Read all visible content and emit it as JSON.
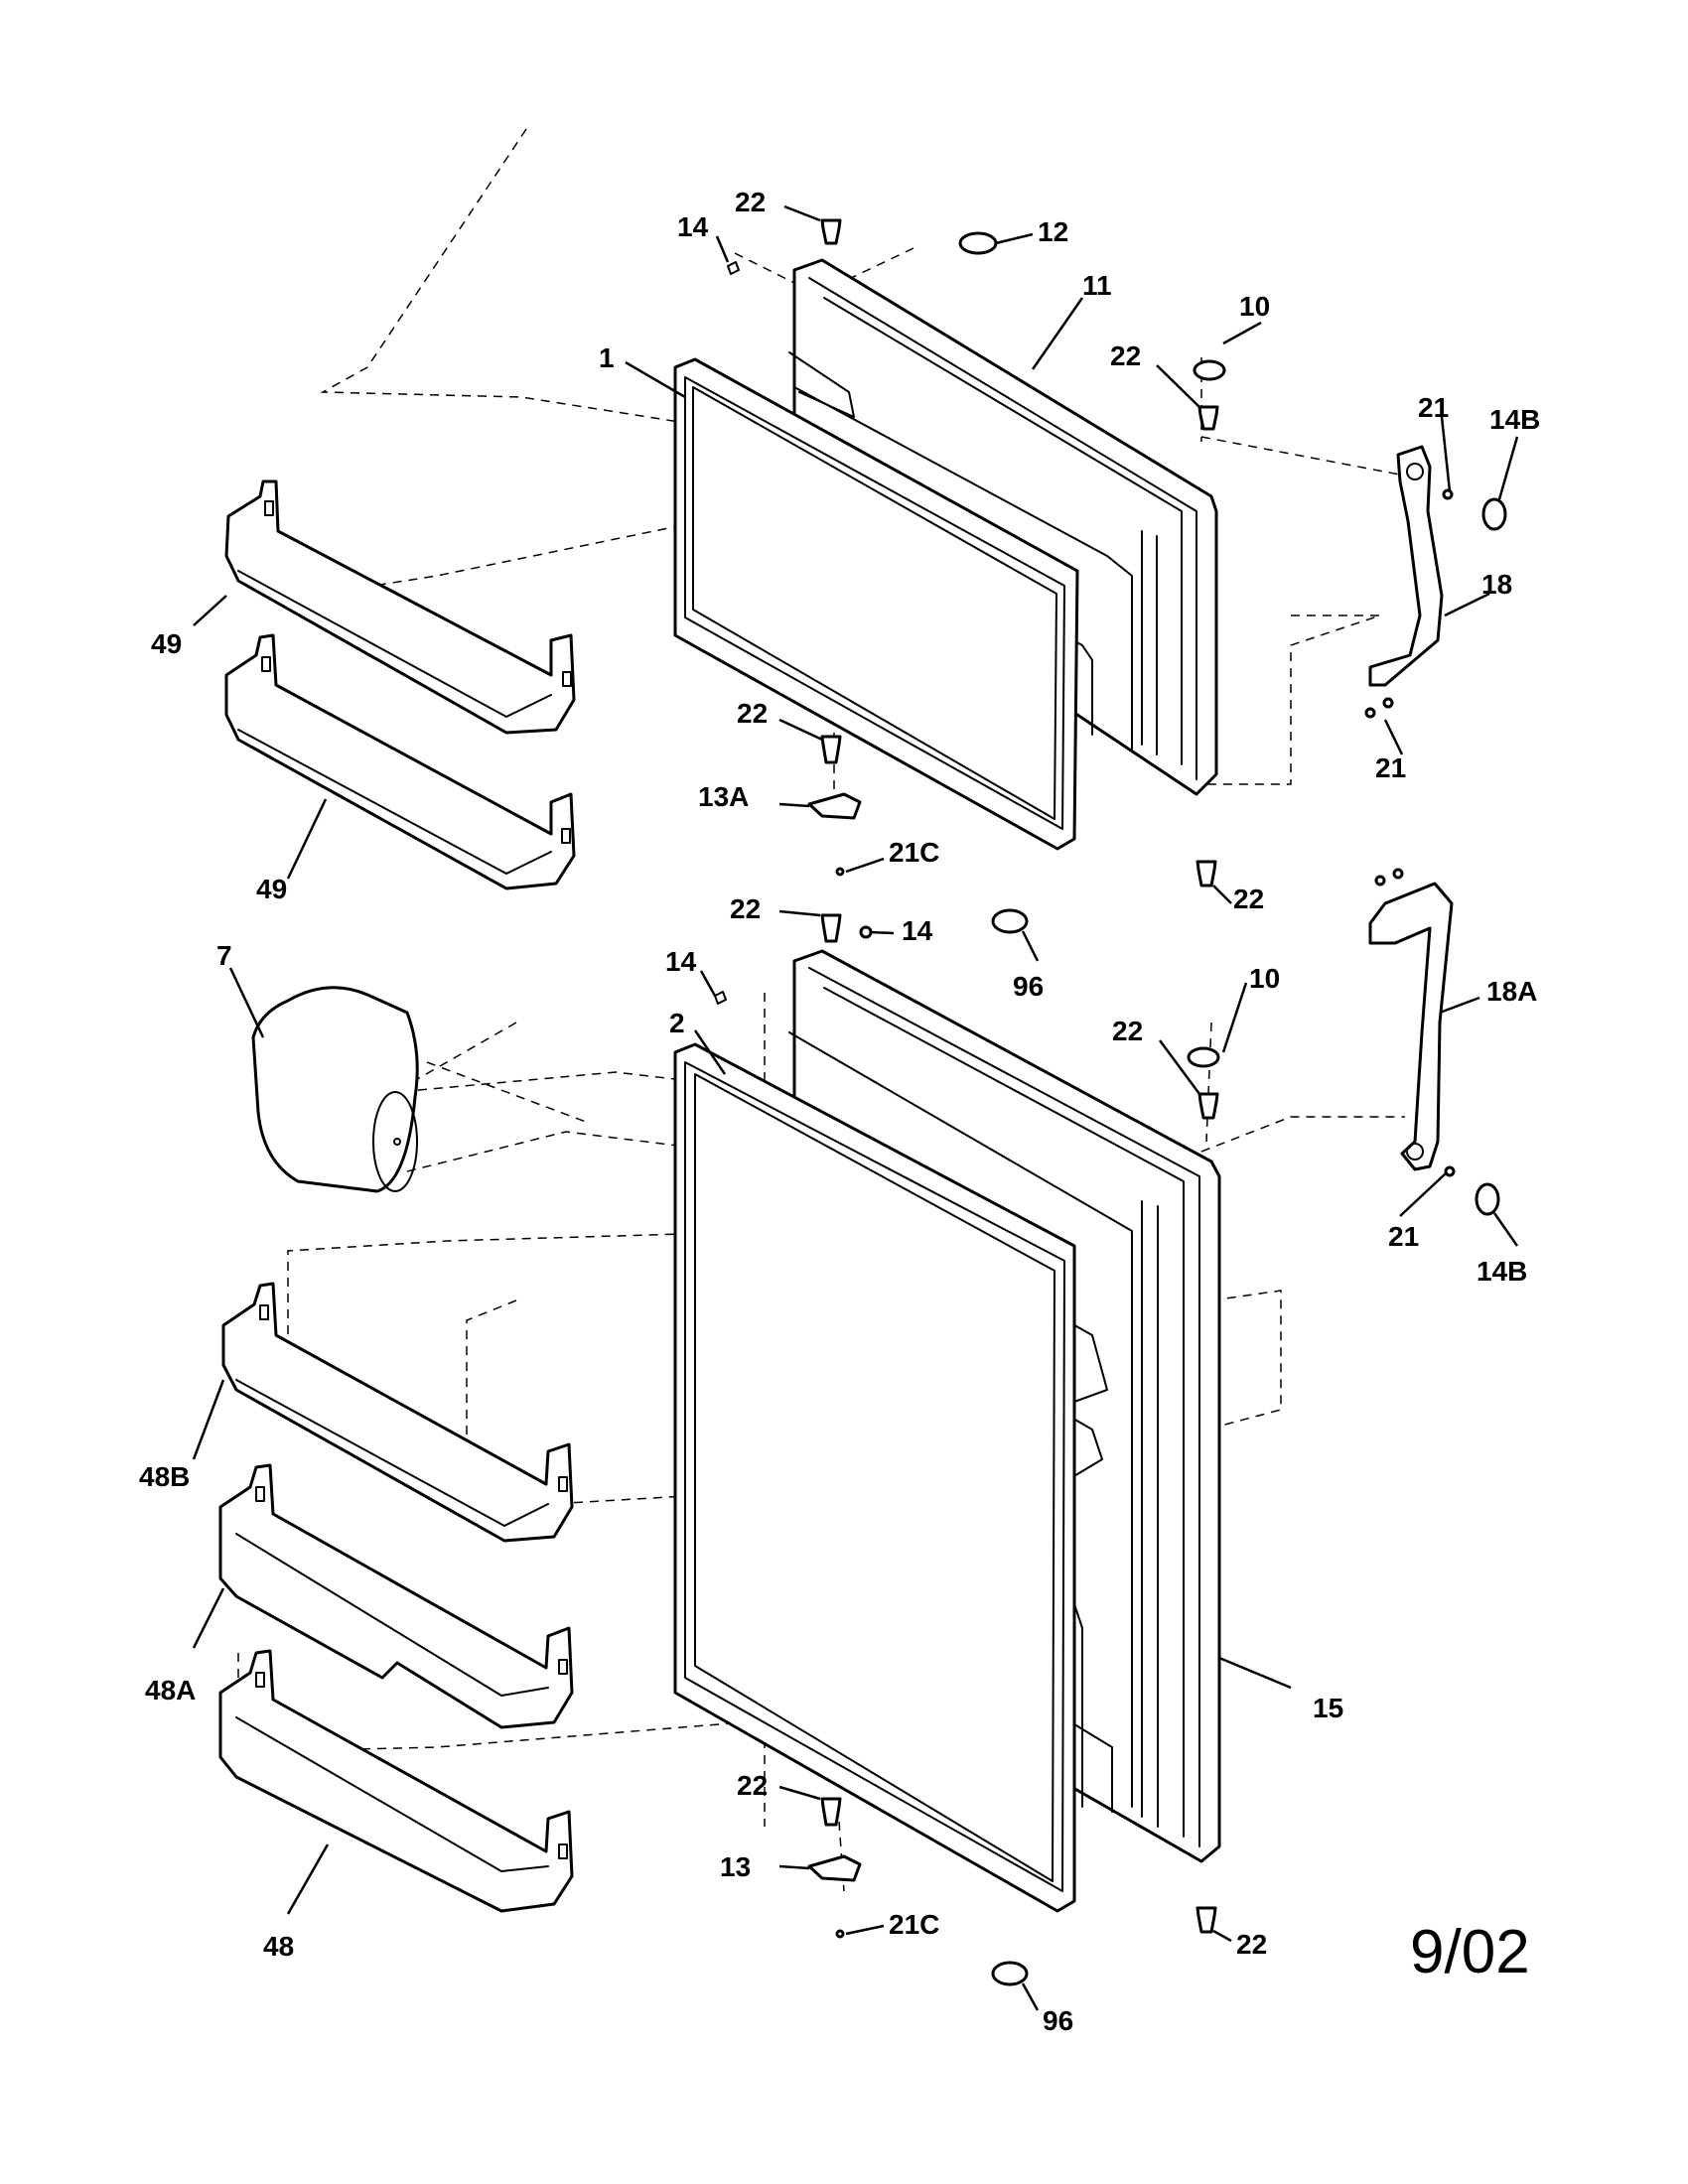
{
  "date_code": "9/02",
  "labels": {
    "l22_top": "22",
    "l14_top": "14",
    "l12": "12",
    "l11": "11",
    "l10_top": "10",
    "l22_r1": "22",
    "l21_a": "21",
    "l14b_a": "14B",
    "l1": "1",
    "l49_a": "49",
    "l18": "18",
    "l22_l1": "22",
    "l21_b": "21",
    "l13a": "13A",
    "l49_b": "49",
    "l21c_a": "21C",
    "l22_l2": "22",
    "l22_m": "22",
    "l14_m": "14",
    "l96_a": "96",
    "l7": "7",
    "l14_l": "14",
    "l10_b": "10",
    "l2": "2",
    "l18a": "18A",
    "l22_r2": "22",
    "l21_c": "21",
    "l14b_b": "14B",
    "l48b": "48B",
    "l48a": "48A",
    "l15": "15",
    "l22_l3": "22",
    "l13": "13",
    "l21c_b": "21C",
    "l22_r3": "22",
    "l48": "48",
    "l96_b": "96"
  }
}
